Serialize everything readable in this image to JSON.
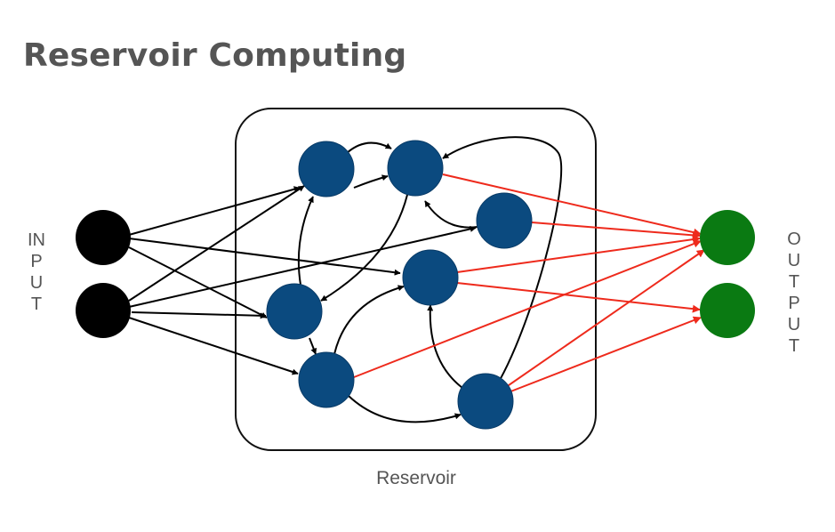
{
  "title": "Reservoir Computing",
  "labels": {
    "input": "INPUT",
    "output": "OUTPUT",
    "reservoir": "Reservoir"
  },
  "colors": {
    "input_node": "#000000",
    "reservoir_node": "#0b4a7f",
    "output_node": "#0a7a12",
    "internal_edge": "#000000",
    "readout_edge": "#ee2a1c",
    "text": "#555555"
  },
  "nodes": {
    "input": [
      "i1",
      "i2"
    ],
    "reservoir": [
      "r1",
      "r2",
      "r3",
      "r4",
      "r5",
      "r6",
      "r7"
    ],
    "output": [
      "o1",
      "o2"
    ]
  },
  "edges": {
    "input": [
      [
        "i1",
        "r1"
      ],
      [
        "i1",
        "r4"
      ],
      [
        "i1",
        "r5"
      ],
      [
        "i2",
        "r1"
      ],
      [
        "i2",
        "r3"
      ],
      [
        "i2",
        "r5"
      ],
      [
        "i2",
        "r6"
      ]
    ],
    "internal": [
      [
        "r1",
        "r2"
      ],
      [
        "r1",
        "r2"
      ],
      [
        "r2",
        "r5"
      ],
      [
        "r3",
        "r2"
      ],
      [
        "r5",
        "r1"
      ],
      [
        "r5",
        "r6"
      ],
      [
        "r6",
        "r4"
      ],
      [
        "r6",
        "r7"
      ],
      [
        "r7",
        "r4"
      ],
      [
        "r7",
        "r2"
      ]
    ],
    "readout": [
      [
        "r2",
        "o1"
      ],
      [
        "r3",
        "o1"
      ],
      [
        "r4",
        "o1"
      ],
      [
        "r4",
        "o2"
      ],
      [
        "r6",
        "o1"
      ],
      [
        "r7",
        "o1"
      ],
      [
        "r7",
        "o2"
      ]
    ]
  }
}
